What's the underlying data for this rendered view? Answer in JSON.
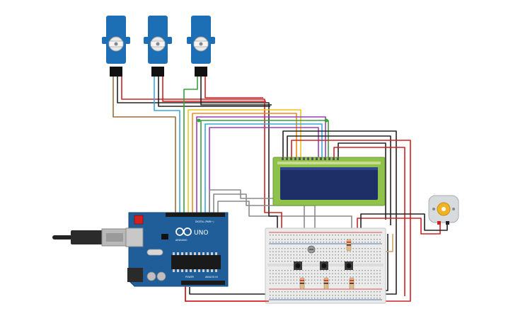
{
  "arduino": {
    "brand": "UNO",
    "logo_text": "ARDUINO",
    "digital_label": "DIGITAL (PWM~)",
    "power_label": "POWER",
    "analog_label": "ANALOG IN",
    "board_color": "#1f5e99"
  },
  "servos": [
    {
      "id": "servo-1",
      "color": "#1c6fb5"
    },
    {
      "id": "servo-2",
      "color": "#1c6fb5"
    },
    {
      "id": "servo-3",
      "color": "#1c6fb5"
    }
  ],
  "lcd": {
    "board_color": "#8fc24a",
    "screen_color": "#1e2f68"
  },
  "motor": {
    "body_color": "#d7dbdd",
    "shaft_color": "#f0b323"
  },
  "wire_colors": {
    "brown": "#9c6b3c",
    "black": "#222222",
    "red": "#d22020",
    "blue": "#3aa6d8",
    "green": "#37a23a",
    "yellow": "#f0c419",
    "orange": "#f08a19",
    "purple": "#9a3fb5",
    "gray": "#8a8a8a"
  }
}
